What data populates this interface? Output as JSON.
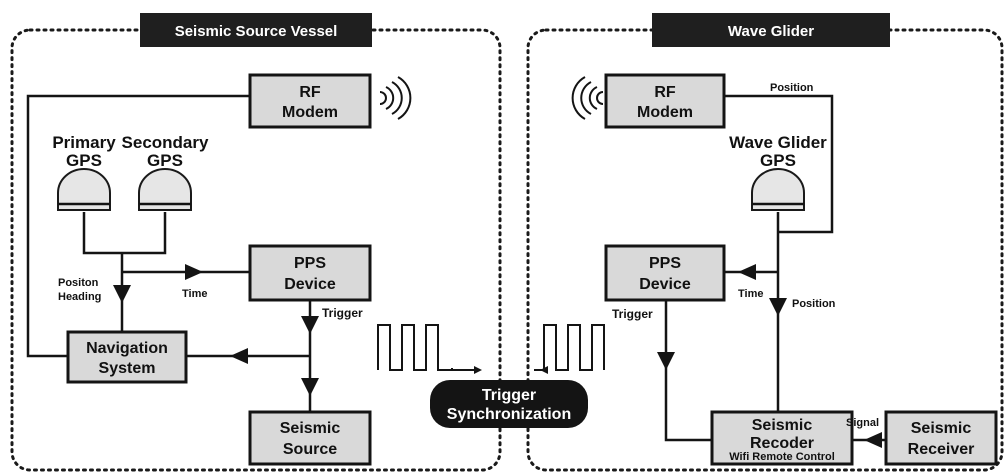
{
  "left_panel": {
    "title": "Seismic Source Vessel",
    "rf_modem": [
      "RF",
      "Modem"
    ],
    "primary_gps": [
      "Primary",
      "GPS"
    ],
    "secondary_gps": [
      "Secondary",
      "GPS"
    ],
    "pps_device": [
      "PPS",
      "Device"
    ],
    "navigation_system": [
      "Navigation",
      "System"
    ],
    "seismic_source": [
      "Seismic",
      "Source"
    ],
    "label_position": "Positon",
    "label_heading": "Heading",
    "label_time": "Time",
    "label_trigger": "Trigger"
  },
  "right_panel": {
    "title": "Wave Glider",
    "rf_modem": [
      "RF",
      "Modem"
    ],
    "wave_glider_gps": [
      "Wave Glider",
      "GPS"
    ],
    "pps_device": [
      "PPS",
      "Device"
    ],
    "seismic_recoder": [
      "Seismic",
      "Recoder"
    ],
    "recoder_sub": "Wifi Remote Control",
    "seismic_receiver": [
      "Seismic",
      "Receiver"
    ],
    "label_position_top": "Position",
    "label_time": "Time",
    "label_position": "Position",
    "label_trigger": "Trigger",
    "label_signal": "Signal"
  },
  "center": {
    "sync": [
      "Trigger",
      "Synchronization"
    ]
  },
  "colors": {
    "box_fill": "#d9d9d9",
    "header_fill": "#1f1f1f",
    "stroke": "#141414"
  }
}
